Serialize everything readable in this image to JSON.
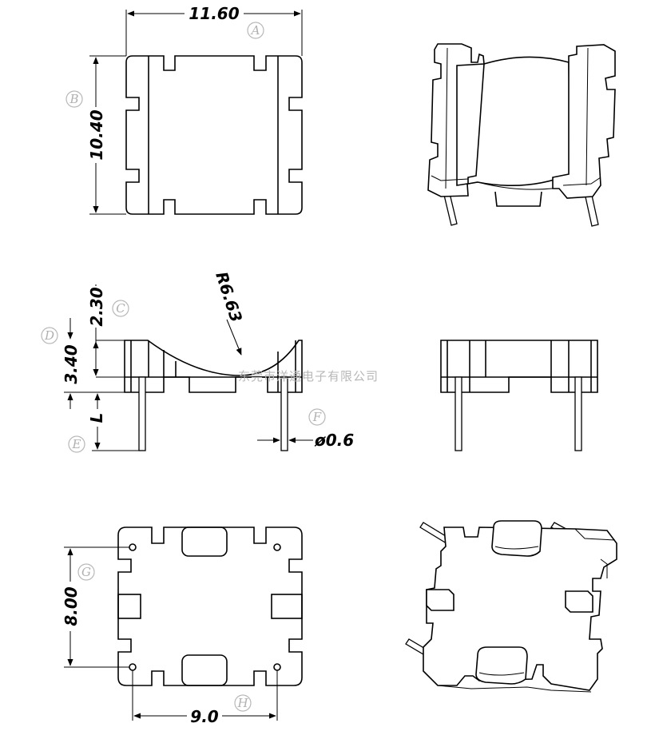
{
  "dimensions": {
    "width_label": "11.60",
    "height_label": "10.40",
    "top_height_label": "2.30",
    "body_height_label": "3.40",
    "pin_length_label": "L",
    "radius_label": "R6.63",
    "pin_diameter_label": "ø0.6",
    "pin_row_spacing_label": "8.00",
    "pin_col_spacing_label": "9.0"
  },
  "markers": [
    "A",
    "B",
    "C",
    "D",
    "E",
    "F",
    "G",
    "H"
  ],
  "watermark": "东莞市洋通电子有限公司",
  "colors": {
    "line": "#000000",
    "marker": "#b0b0b0",
    "background": "#ffffff"
  }
}
